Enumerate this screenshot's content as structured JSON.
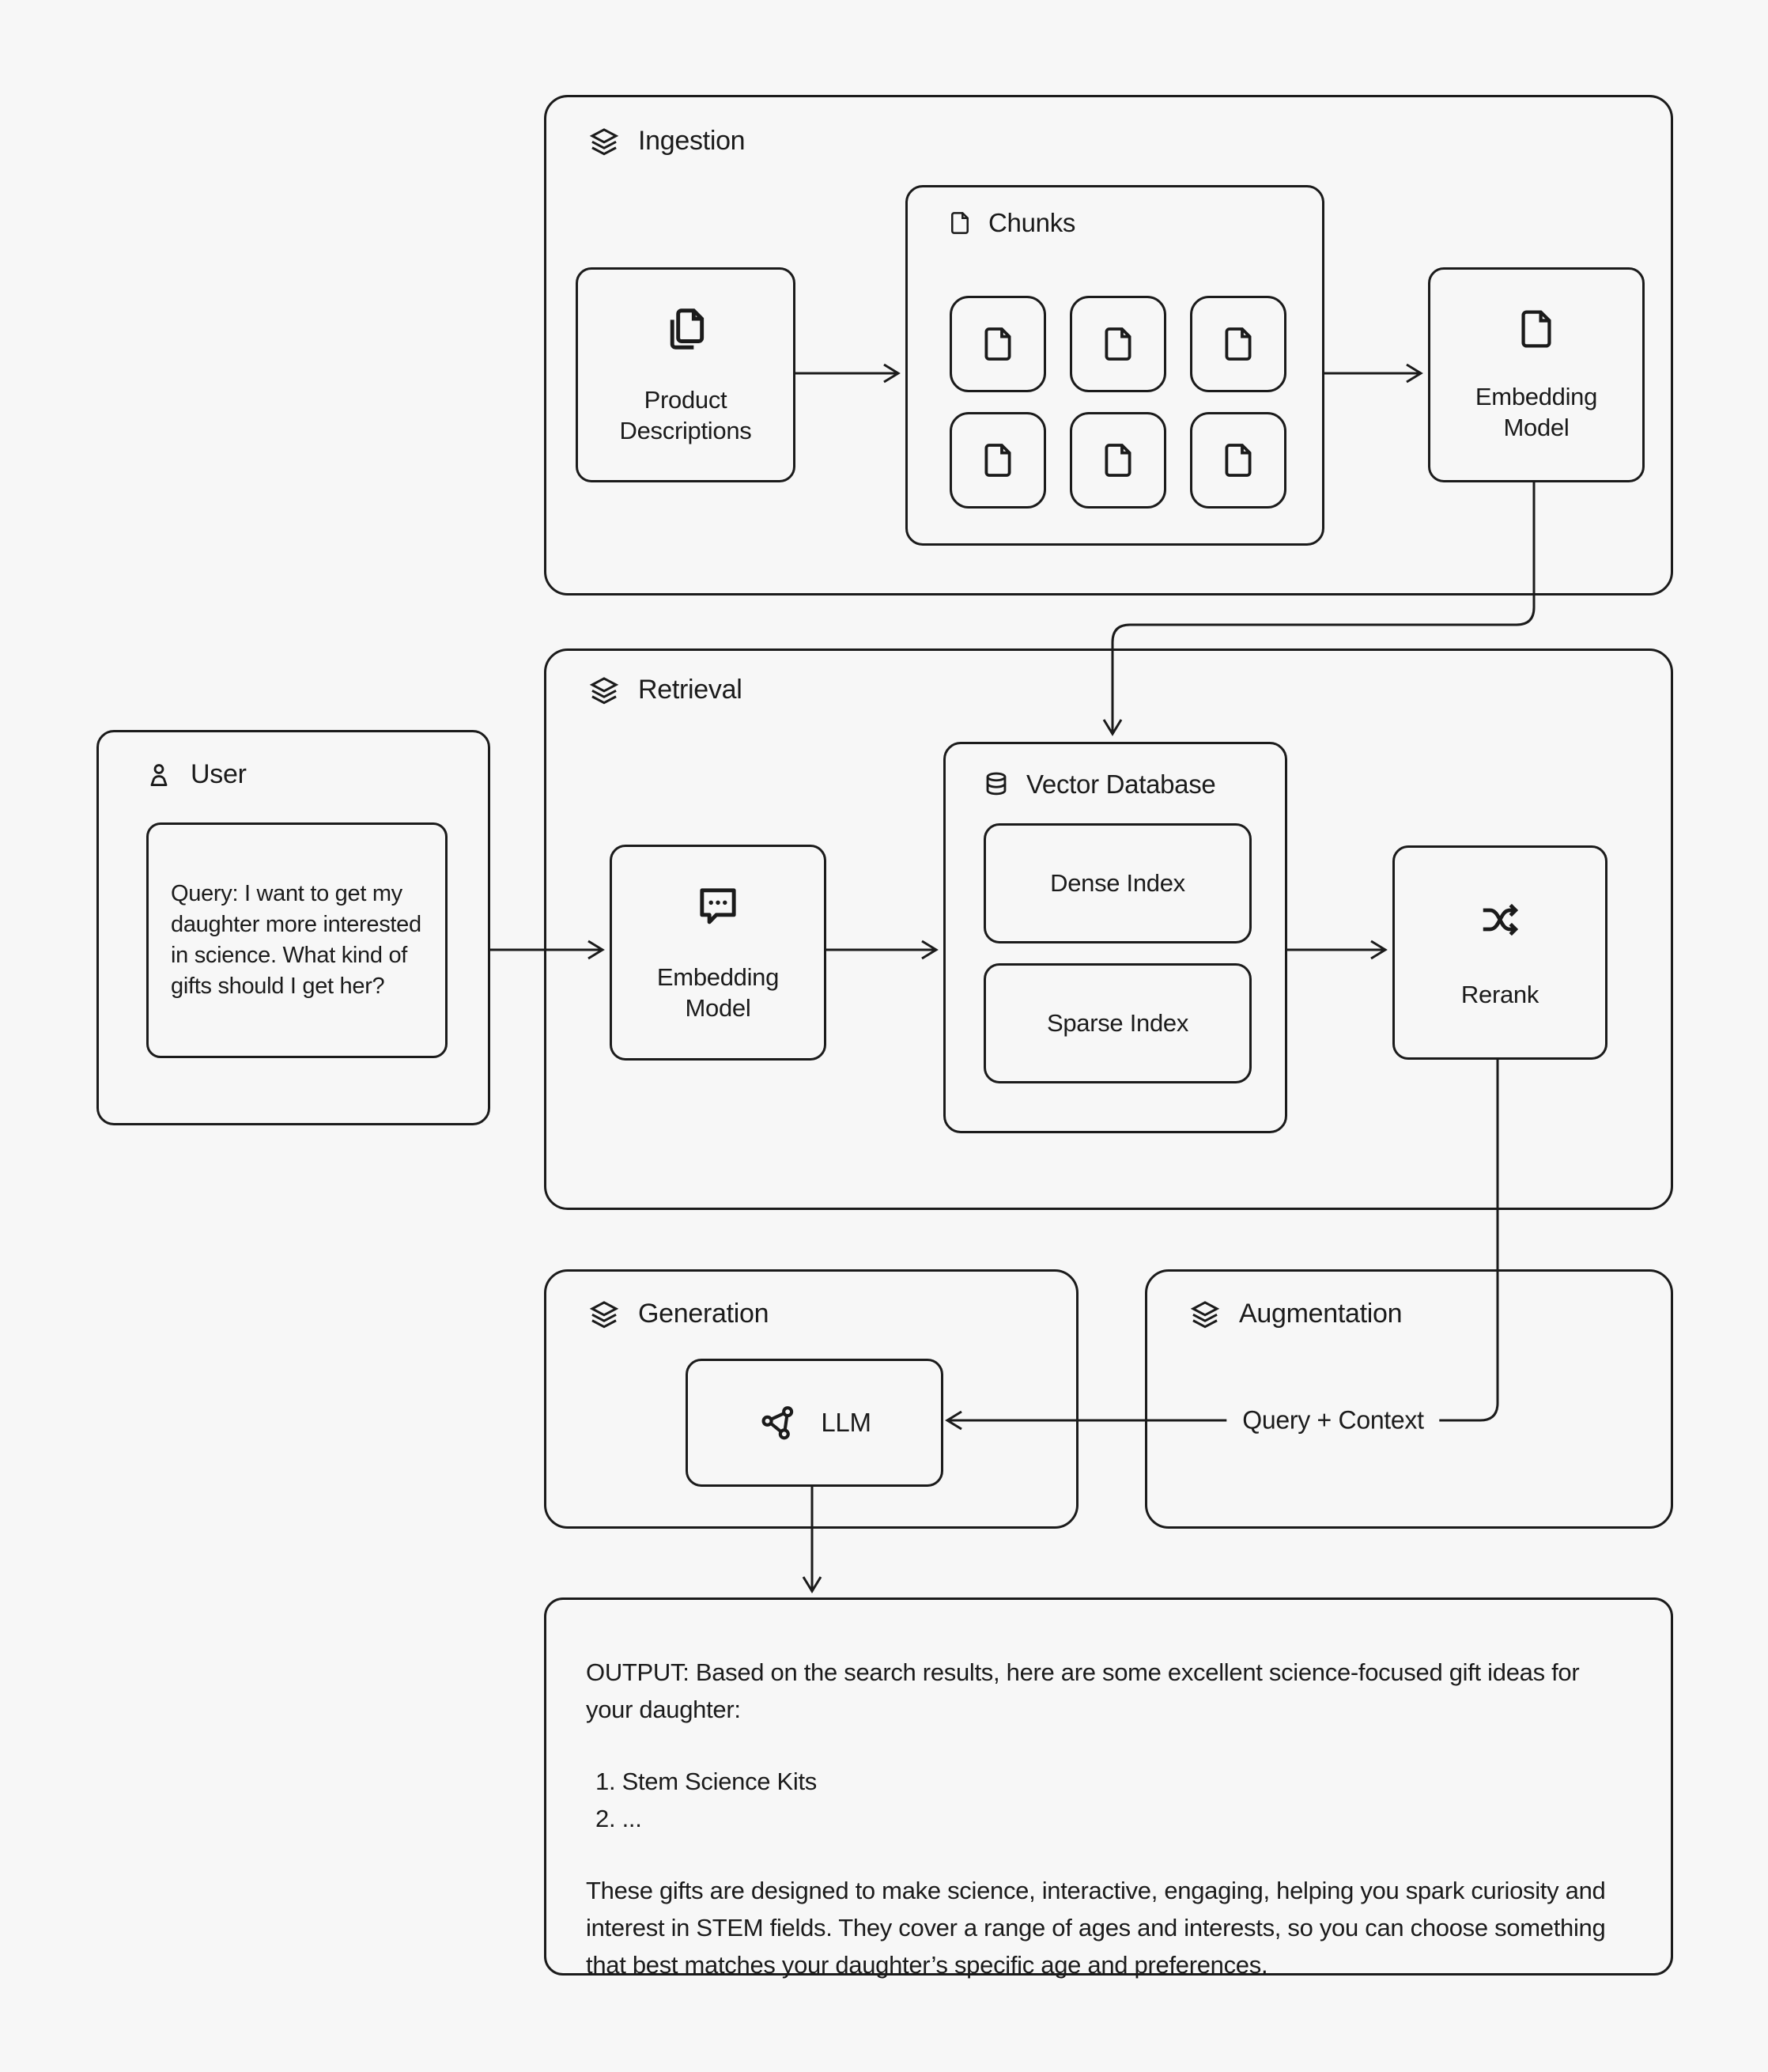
{
  "page": {
    "background": "#f7f7f7",
    "line_color": "#1b1b1b"
  },
  "sections": {
    "ingestion": {
      "label": "Ingestion",
      "icon": "layers-icon"
    },
    "retrieval": {
      "label": "Retrieval",
      "icon": "layers-icon"
    },
    "generation": {
      "label": "Generation",
      "icon": "layers-icon"
    },
    "augmentation": {
      "label": "Augmentation",
      "icon": "layers-icon"
    }
  },
  "nodes": {
    "product_descriptions": {
      "label": "Product Descriptions",
      "icon": "documents-icon"
    },
    "chunks": {
      "label": "Chunks",
      "icon": "document-icon",
      "tile_count": 6
    },
    "embedding_model_ingestion": {
      "label": "Embedding Model",
      "icon": "document-icon"
    },
    "user": {
      "label": "User",
      "icon": "user-icon",
      "query": "Query: I want to get my daughter more interested in science. What kind of gifts should I get her?"
    },
    "embedding_model_retrieval": {
      "label": "Embedding Model",
      "icon": "chat-bubble-icon"
    },
    "vector_database": {
      "label": "Vector Database",
      "icon": "database-icon",
      "children": [
        {
          "label": "Dense Index"
        },
        {
          "label": "Sparse Index"
        }
      ]
    },
    "rerank": {
      "label": "Rerank",
      "icon": "shuffle-icon"
    },
    "llm": {
      "label": "LLM",
      "icon": "network-icon"
    },
    "query_context": {
      "label": "Query + Context"
    }
  },
  "output": {
    "intro": "OUTPUT: Based on the search results, here are some excellent science-focused gift ideas for your daughter:",
    "items": [
      "1. Stem Science Kits",
      "2. ..."
    ],
    "outro": "These gifts are designed to make science, interactive, engaging, helping you spark curiosity and interest in STEM fields. They cover a range of ages and interests, so you can choose something that best matches your daughter’s specific age and preferences."
  }
}
